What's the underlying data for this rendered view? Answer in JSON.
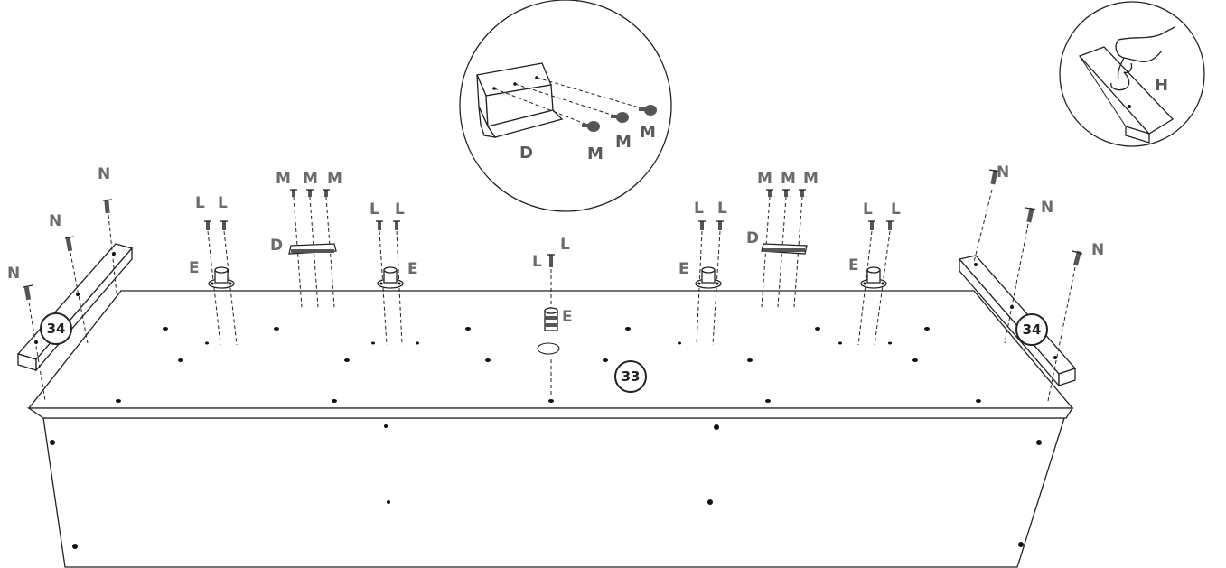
{
  "diagram": {
    "part_labels": {
      "main_panel": "33",
      "rail_left": "34",
      "rail_right": "34"
    },
    "hardware_labels": {
      "bracket": "D",
      "connector": "E",
      "screw_m": "M",
      "screw_l": "L",
      "screw_n": "N",
      "tool": "H"
    }
  }
}
